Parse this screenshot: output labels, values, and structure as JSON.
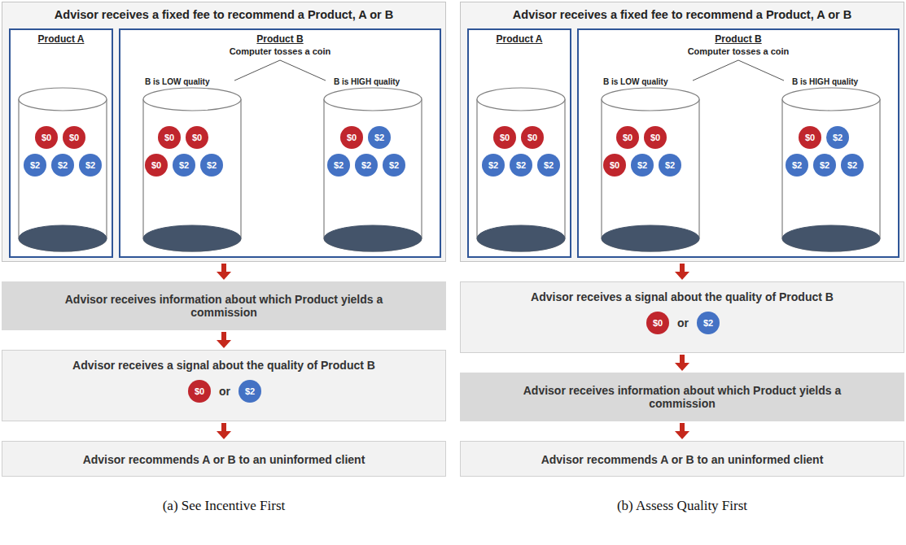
{
  "diagram": {
    "nodes": [
      {
        "text": [
          "Advisor receives a fixed fee to recommend a Product, A or B"
        ]
      },
      {
        "text": [
          "Product A"
        ],
        "in": 0
      },
      {
        "text": [
          "$0"
        ],
        "in": 1
      },
      {
        "text": [
          "$0"
        ],
        "in": 1
      },
      {
        "text": [
          "$2"
        ],
        "in": 1
      },
      {
        "text": [
          "$2"
        ],
        "in": 1
      },
      {
        "text": [
          "$2"
        ],
        "in": 1
      },
      {
        "text": [
          "Product B",
          "Computer tosses a coin",
          "B is LOW quality",
          "B is HIGH quality"
        ],
        "in": 0
      },
      {
        "text": [
          "$0"
        ],
        "in": 7
      },
      {
        "text": [
          "$0"
        ],
        "in": 7
      },
      {
        "text": [
          "$0"
        ],
        "in": 7
      },
      {
        "text": [
          "$2"
        ],
        "in": 7
      },
      {
        "text": [
          "$2"
        ],
        "in": 7
      },
      {
        "text": [
          "$0"
        ],
        "in": 7
      },
      {
        "text": [
          "$2"
        ],
        "in": 7
      },
      {
        "text": [
          "$2"
        ],
        "in": 7
      },
      {
        "text": [
          "$2"
        ],
        "in": 7
      },
      {
        "text": [
          "$2"
        ],
        "in": 7
      },
      {
        "text": [
          "Advisor receives information about which Product yields a commission"
        ]
      },
      {
        "text": [
          "Advisor receives a signal about the quality of Product B",
          "or"
        ]
      },
      {
        "text": [
          "$0"
        ],
        "in": 19
      },
      {
        "text": [
          "$2"
        ],
        "in": 19
      },
      {
        "text": [
          "Advisor recommends A or B to an uninformed client"
        ]
      },
      {
        "text": [
          "Advisor receives a fixed fee to recommend a Product, A or B"
        ]
      },
      {
        "text": [
          "Product A"
        ],
        "in": 23
      },
      {
        "text": [
          "$0"
        ],
        "in": 24
      },
      {
        "text": [
          "$0"
        ],
        "in": 24
      },
      {
        "text": [
          "$2"
        ],
        "in": 24
      },
      {
        "text": [
          "$2"
        ],
        "in": 24
      },
      {
        "text": [
          "$2"
        ],
        "in": 24
      },
      {
        "text": [
          "Product B",
          "Computer tosses a coin",
          "B is LOW quality",
          "B is HIGH quality"
        ],
        "in": 23
      },
      {
        "text": [
          "$0"
        ],
        "in": 30
      },
      {
        "text": [
          "$0"
        ],
        "in": 30
      },
      {
        "text": [
          "$0"
        ],
        "in": 30
      },
      {
        "text": [
          "$2"
        ],
        "in": 30
      },
      {
        "text": [
          "$2"
        ],
        "in": 30
      },
      {
        "text": [
          "$0"
        ],
        "in": 30
      },
      {
        "text": [
          "$2"
        ],
        "in": 30
      },
      {
        "text": [
          "$2"
        ],
        "in": 30
      },
      {
        "text": [
          "$2"
        ],
        "in": 30
      },
      {
        "text": [
          "$2"
        ],
        "in": 30
      },
      {
        "text": [
          "Advisor receives a signal about the quality of Product B",
          "or"
        ]
      },
      {
        "text": [
          "$0"
        ],
        "in": 41
      },
      {
        "text": [
          "$2"
        ],
        "in": 41
      },
      {
        "text": [
          "Advisor receives information about which Product yields a commission"
        ]
      },
      {
        "text": [
          "Advisor recommends A or B to an uninformed client"
        ]
      }
    ],
    "edges": [
      {
        "from": 0,
        "to": 18,
        "arrow": "to"
      },
      {
        "from": 18,
        "to": 19,
        "arrow": "to"
      },
      {
        "from": 19,
        "to": 22,
        "arrow": "to"
      },
      {
        "from": 23,
        "to": 41,
        "arrow": "to"
      },
      {
        "from": 41,
        "to": 44,
        "arrow": "to"
      },
      {
        "from": 44,
        "to": 45,
        "arrow": "to"
      }
    ],
    "labels": [
      "(a) See Incentive First",
      "(b) Assess Quality First"
    ]
  }
}
